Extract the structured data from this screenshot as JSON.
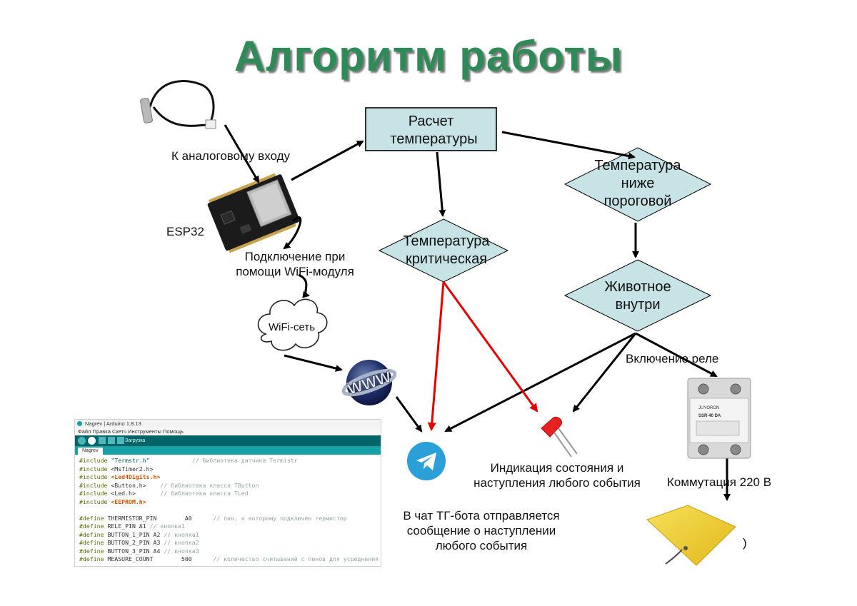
{
  "title": "Алгоритм работы",
  "nodes": {
    "calc": [
      "Расчет",
      "температуры"
    ],
    "critical": [
      "Температура",
      "критическая"
    ],
    "below": [
      "Температура",
      "ниже",
      "пороговой"
    ],
    "animal": [
      "Животное",
      "внутри"
    ]
  },
  "labels": {
    "analog_input": "К аналоговому входу",
    "esp32": "ESP32",
    "wifi_module": [
      "Подключение при",
      "помощи WiFi-модуля"
    ],
    "wifi_cloud": "WiFi-сеть",
    "relay_on": "Включение реле",
    "indication": [
      "Индикация состояния и",
      "наступления любого события"
    ],
    "switching": "Коммутация 220 В",
    "tg_message": [
      "В чат ТГ-бота отправляется",
      "сообщение о наступлении",
      "любого события"
    ],
    "cut_char": ")"
  },
  "logo": {
    "www_text": "WWW"
  },
  "relay": {
    "brand": "JUYORON",
    "model": "SSR-40 DA"
  },
  "ide": {
    "window_title": "Nagrev | Arduino 1.8.13",
    "menu": [
      "Файл",
      "Правка",
      "Скетч",
      "Инструменты",
      "Помощь"
    ],
    "toolbar_label": "Загрузка",
    "tab": "Nagrev",
    "code": [
      {
        "kw": "#include",
        "arg": "\"Termstr.h\"",
        "argType": "str",
        "pad": "            ",
        "comment": "// библиотека датчика Termistr"
      },
      {
        "kw": "#include",
        "arg": "<MsTimer2.h>",
        "argType": "plain",
        "pad": "",
        "comment": ""
      },
      {
        "kw": "#include",
        "arg": "<Led4Digits.h>",
        "argType": "lib",
        "pad": "",
        "comment": ""
      },
      {
        "kw": "#include",
        "arg": "<Button.h>",
        "argType": "plain",
        "pad": "    ",
        "comment": "// библиотека класса TButton"
      },
      {
        "kw": "#include",
        "arg": "<Led.h>",
        "argType": "plain",
        "pad": "       ",
        "comment": "// библиотека класса TLed"
      },
      {
        "kw": "#include",
        "arg": "<EEPROM.h>",
        "argType": "lib",
        "pad": "",
        "comment": ""
      },
      {
        "kw": "",
        "arg": "",
        "argType": "plain",
        "pad": "",
        "comment": ""
      },
      {
        "kw": "#define",
        "arg": "THERMISTOR_PIN        A0",
        "argType": "plain",
        "pad": "      ",
        "comment": "// пин, к которому подключен термистор"
      },
      {
        "kw": "#define",
        "arg": "RELE_PIN A1",
        "argType": "plain",
        "pad": " ",
        "comment": "// кнопка1"
      },
      {
        "kw": "#define",
        "arg": "BUTTON_1_PIN A2",
        "argType": "plain",
        "pad": " ",
        "comment": "// кнопка1"
      },
      {
        "kw": "#define",
        "arg": "BUTTON_2_PIN A3",
        "argType": "plain",
        "pad": " ",
        "comment": "// кнопка2"
      },
      {
        "kw": "#define",
        "arg": "BUTTON_3_PIN A4",
        "argType": "plain",
        "pad": " ",
        "comment": "// кнопка3"
      },
      {
        "kw": "#define",
        "arg": "MEASURE_COUNT        500",
        "argType": "plain",
        "pad": "      ",
        "comment": "// количество считываний с пинов для усреднения"
      }
    ]
  },
  "colors": {
    "title": "#2e8b57",
    "node_fill": "#c7e3e6",
    "arrow_black": "#000000",
    "arrow_red": "#e60000",
    "telegram": "#2a9fd8",
    "led": "#e82020",
    "heater": "#f2d22a",
    "ide_teal": "#006468"
  }
}
